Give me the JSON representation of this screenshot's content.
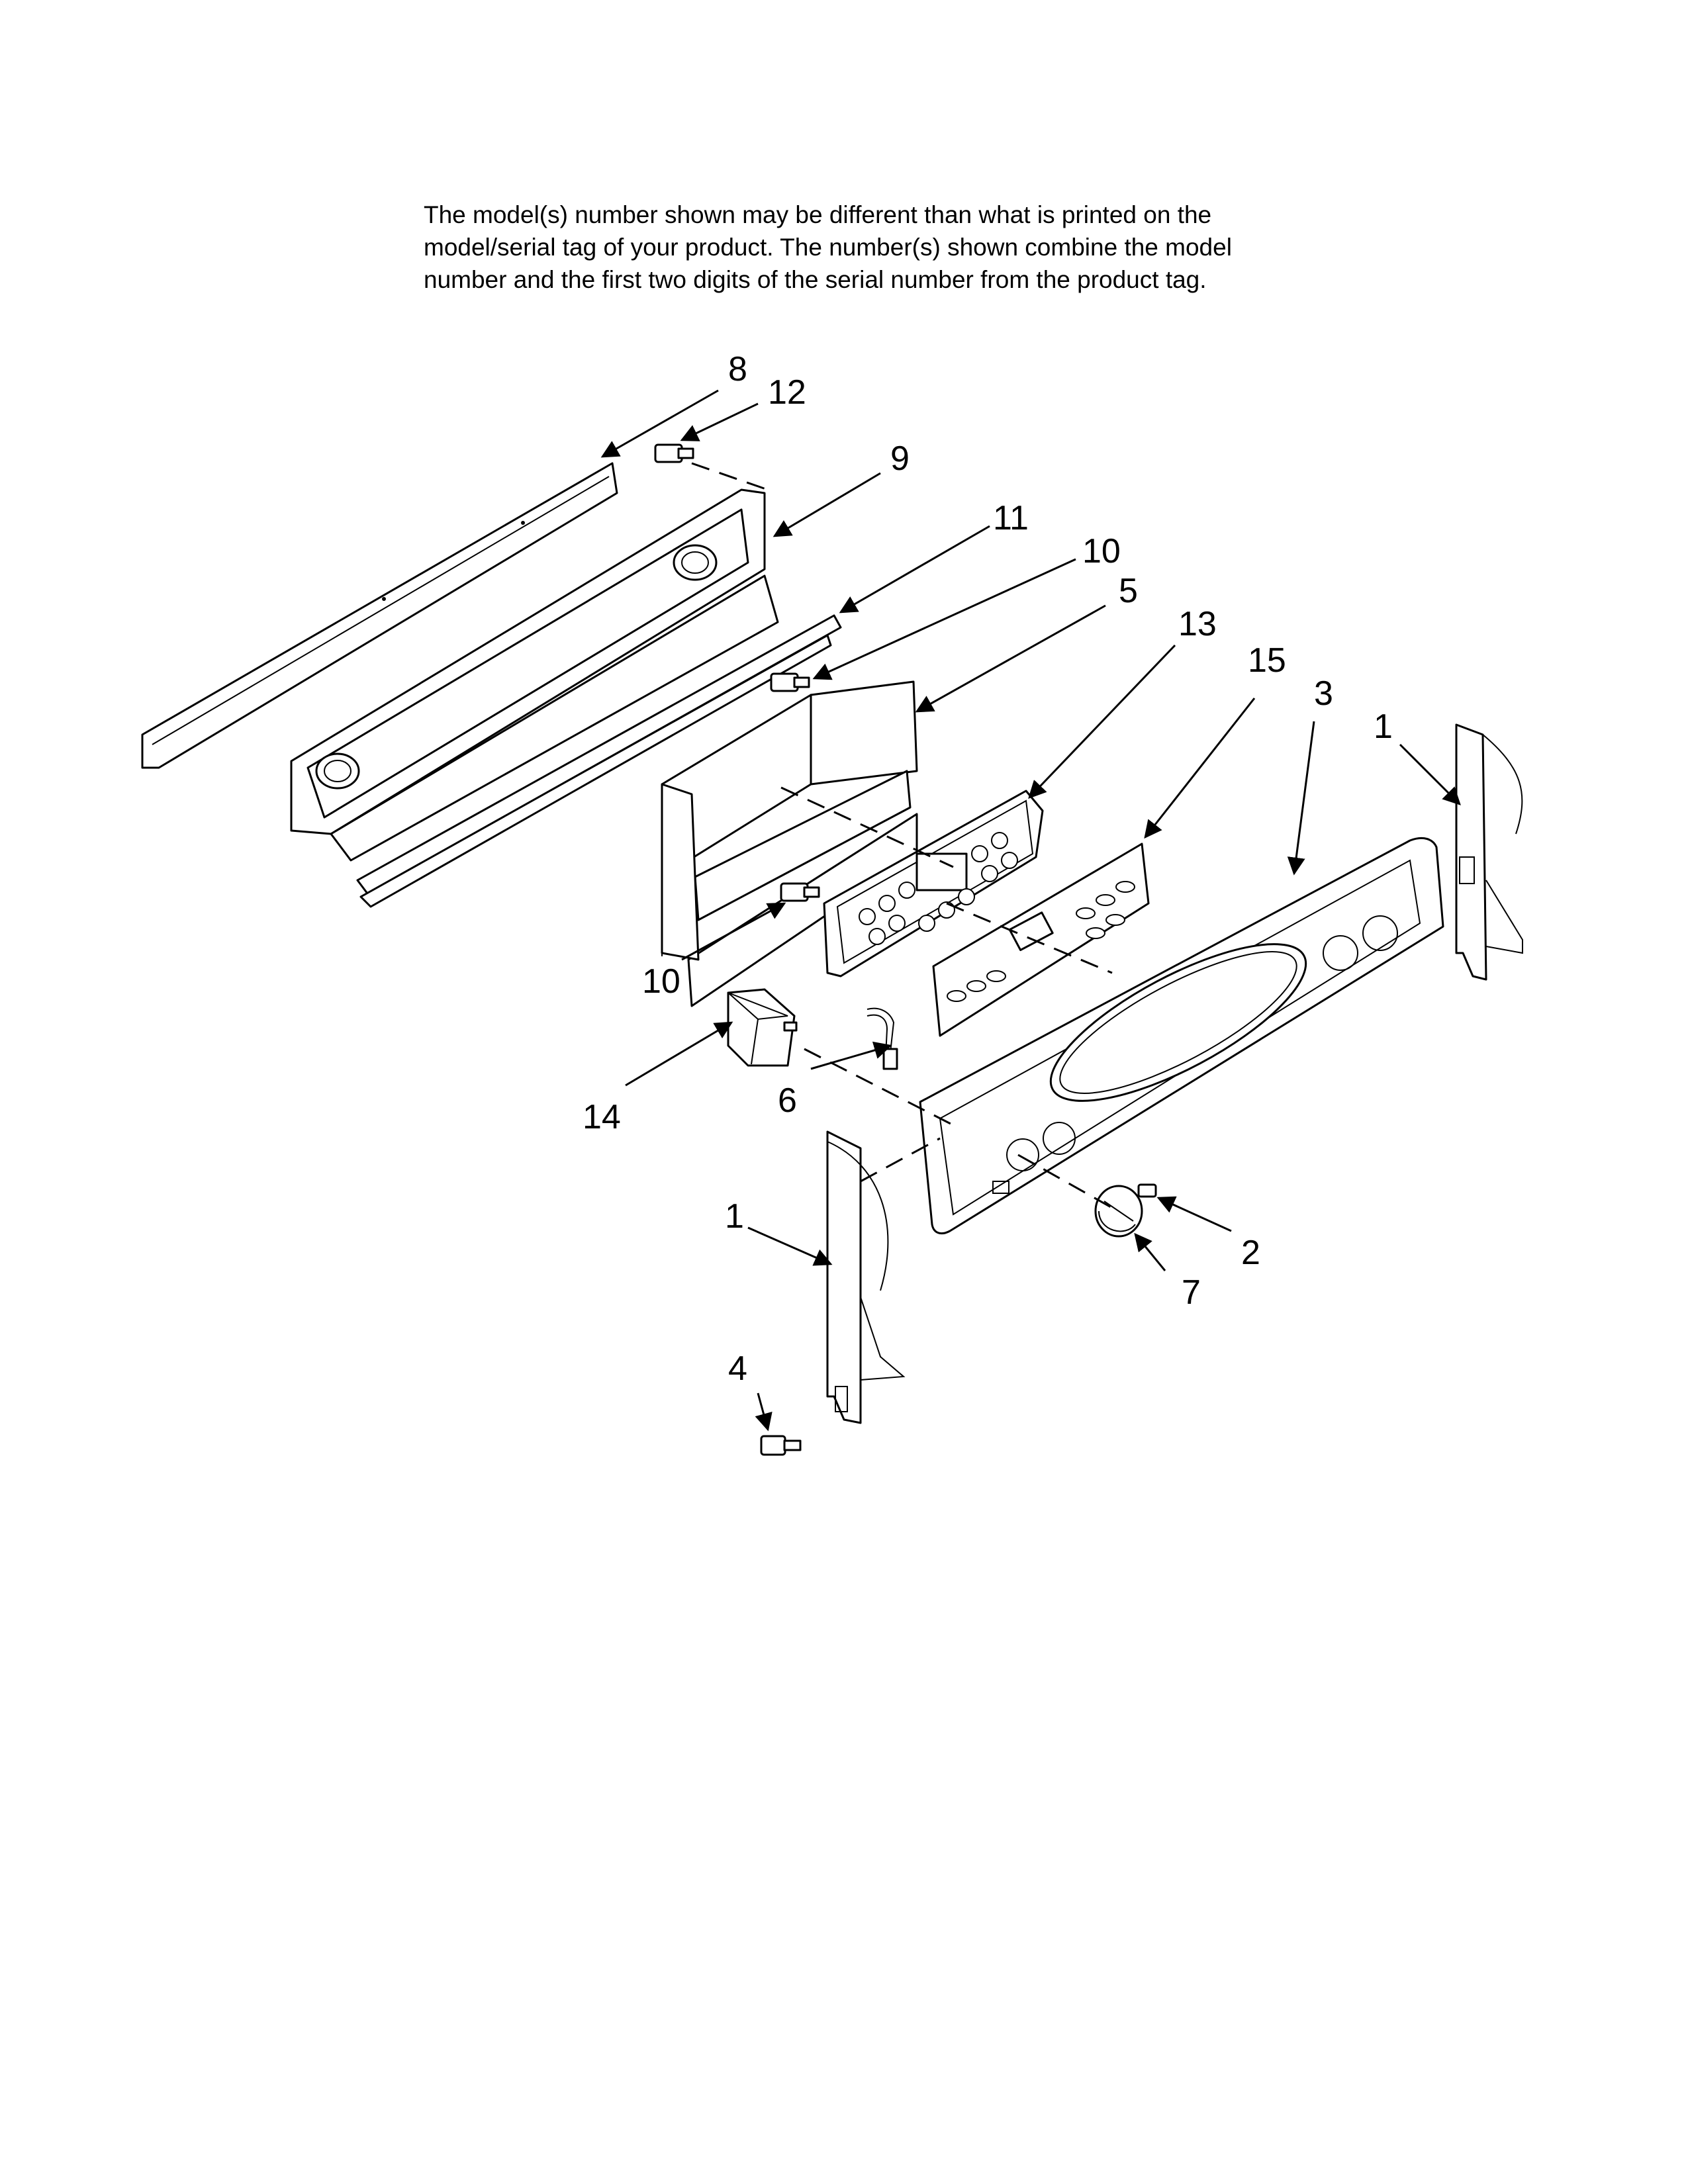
{
  "note": {
    "line1": "The model(s) number shown may be different than what is printed on the",
    "line2": "model/serial tag of your product. The number(s) shown combine the model",
    "line3": "number and the first two digits of the serial number from the product tag."
  },
  "callouts": {
    "c8": "8",
    "c12": "12",
    "c9": "9",
    "c11": "11",
    "c10a": "10",
    "c5": "5",
    "c13": "13",
    "c15": "15",
    "c3": "3",
    "c1a": "1",
    "c10b": "10",
    "c14": "14",
    "c6": "6",
    "c1b": "1",
    "c2": "2",
    "c7": "7",
    "c4": "4"
  }
}
